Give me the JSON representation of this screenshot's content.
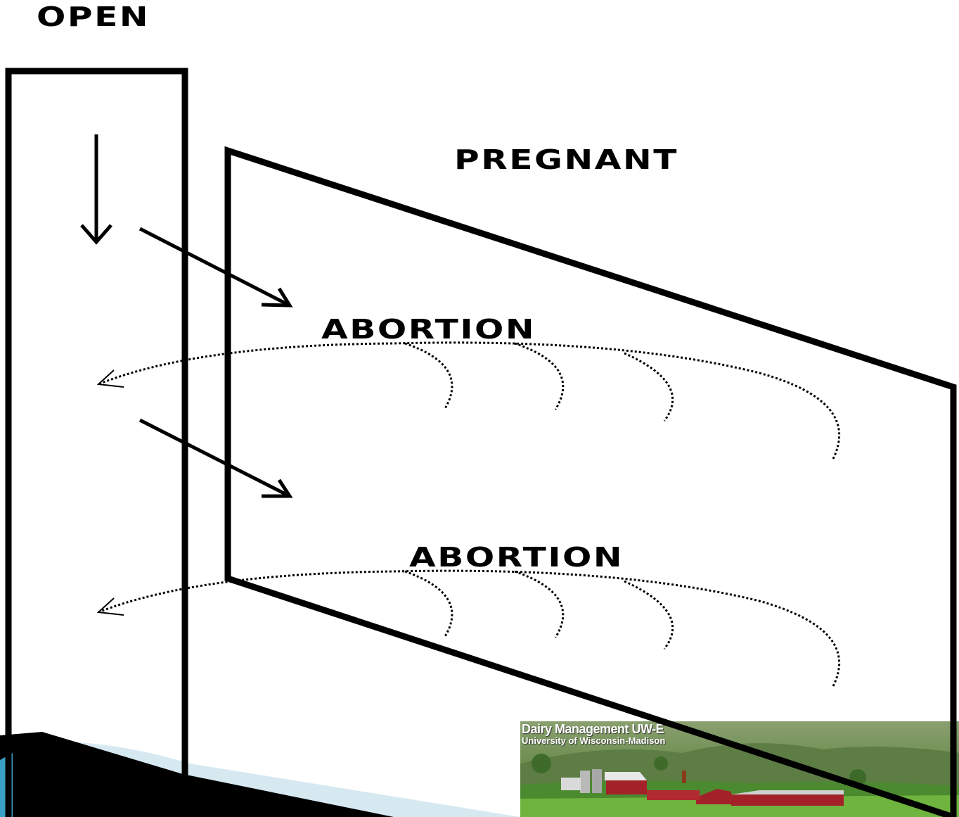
{
  "diagram": {
    "labels": {
      "open": "OPEN",
      "pregnant": "PREGNANT",
      "abortion_1": "ABORTION",
      "abortion_2": "ABORTION"
    },
    "logo": {
      "title": "Dairy Management UW-E",
      "subtitle": "University of Wisconsin-Madison"
    }
  }
}
